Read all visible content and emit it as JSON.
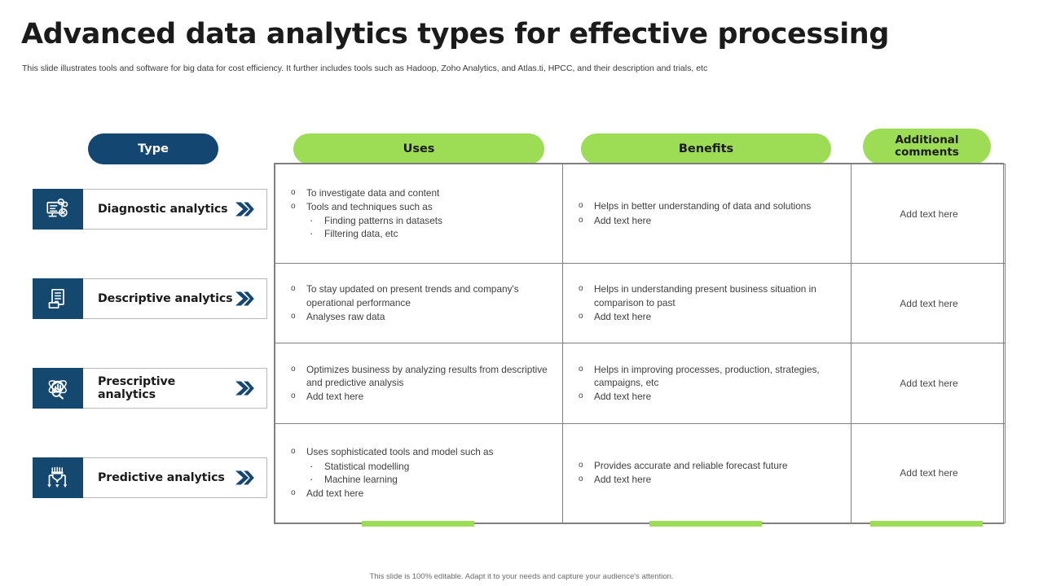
{
  "slide": {
    "title": "Advanced data analytics types for effective processing",
    "subtitle": "This slide illustrates tools and software for big data for cost efficiency. It further includes tools such as Hadoop,  Zoho Analytics, and Atlas.ti, HPCC,  and their description and trials, etc",
    "footer": "This slide is 100% editable. Adapt it to your needs and capture your audience's attention."
  },
  "colors": {
    "navy": "#134771",
    "green": "#9ddc55",
    "icon_tile": "#15486f",
    "border": "#808080",
    "text": "#3f3f3f"
  },
  "headers": {
    "type": "Type",
    "uses": "Uses",
    "benefits": "Benefits",
    "additional": "Additional comments"
  },
  "bullets": {
    "level1": "o",
    "level2": "·"
  },
  "rows": [
    {
      "type_label": "Diagnostic analytics",
      "icon": "monitor-gears-icon",
      "uses": [
        {
          "text": "To investigate  data and content",
          "sub": []
        },
        {
          "text": "Tools  and techniques  such  as",
          "sub": [
            "Finding patterns in datasets",
            "Filtering data, etc"
          ]
        }
      ],
      "benefits": [
        {
          "text": "Helps in better understanding  of data and solutions",
          "sub": []
        },
        {
          "text": "Add text here",
          "sub": []
        }
      ],
      "additional": "Add text here"
    },
    {
      "type_label": "Descriptive analytics",
      "icon": "document-stack-icon",
      "uses": [
        {
          "text": "To stay updated on present trends and company's operational  performance",
          "sub": []
        },
        {
          "text": "Analyses raw  data",
          "sub": []
        }
      ],
      "benefits": [
        {
          "text": "Helps in understanding  present  business  situation in comparison to past",
          "sub": []
        },
        {
          "text": "Add text here",
          "sub": []
        }
      ],
      "additional": "Add text here"
    },
    {
      "type_label": "Prescriptive analytics",
      "icon": "atom-chart-magnifier-icon",
      "uses": [
        {
          "text": "Optimizes business by analyzing results from descriptive  and predictive  analysis",
          "sub": []
        },
        {
          "text": "Add text here",
          "sub": []
        }
      ],
      "benefits": [
        {
          "text": "Helps in improving  processes, production, strategies, campaigns, etc",
          "sub": []
        },
        {
          "text": "Add text here",
          "sub": []
        }
      ],
      "additional": "Add text here"
    },
    {
      "type_label": "Predictive analytics",
      "icon": "neural-network-forecast-icon",
      "uses": [
        {
          "text": "Uses sophisticated tools and model such as",
          "sub": [
            "Statistical modelling",
            "Machine learning"
          ]
        },
        {
          "text": "Add text here",
          "sub": []
        }
      ],
      "benefits": [
        {
          "text": "Provides  accurate and reliable forecast future",
          "sub": []
        },
        {
          "text": "Add text here",
          "sub": []
        }
      ],
      "additional": "Add text here"
    }
  ]
}
